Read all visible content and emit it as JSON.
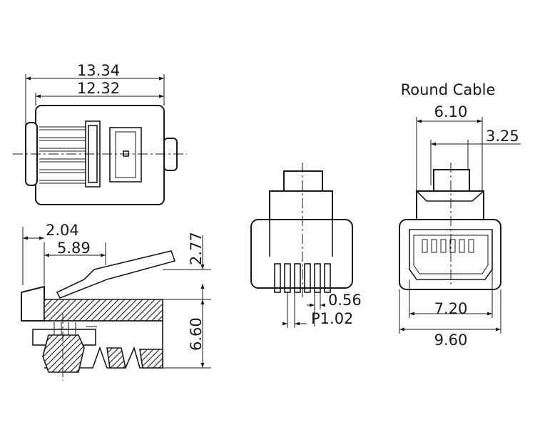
{
  "title": "Round Cable",
  "dimensions": {
    "overall_length": "13.34",
    "body_length": "12.32",
    "latch_offset": "2.04",
    "latch_length": "5.89",
    "latch_height": "2.77",
    "body_height": "6.60",
    "contact_width": "0.56",
    "contact_pitch": "P1.02",
    "cable_width": "6.10",
    "latch_width": "3.25",
    "inner_width": "7.20",
    "outer_width": "9.60"
  },
  "colors": {
    "line": "#1a1a1a",
    "background": "#ffffff"
  }
}
